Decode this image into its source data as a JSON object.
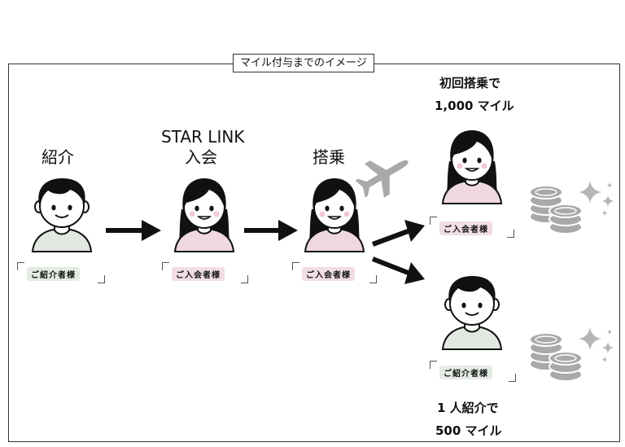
{
  "title": "マイル付与までのイメージ",
  "steps": {
    "introduce": "紹介",
    "join_line1": "STAR LINK",
    "join_line2": "入会",
    "board": "搭乗"
  },
  "tags": {
    "introducer": "ご紹介者様",
    "member": "ご入会者様"
  },
  "rewards": {
    "member_line1": "初回搭乗で",
    "member_line2": "1,000 マイル",
    "introducer_line1": "1 人紹介で",
    "introducer_line2": "500 マイル"
  },
  "colors": {
    "shirt_green": "#e0e8df",
    "shirt_pink": "#efd9df",
    "coin": "#a9a9a9",
    "sparkle": "#b5b5b5"
  }
}
